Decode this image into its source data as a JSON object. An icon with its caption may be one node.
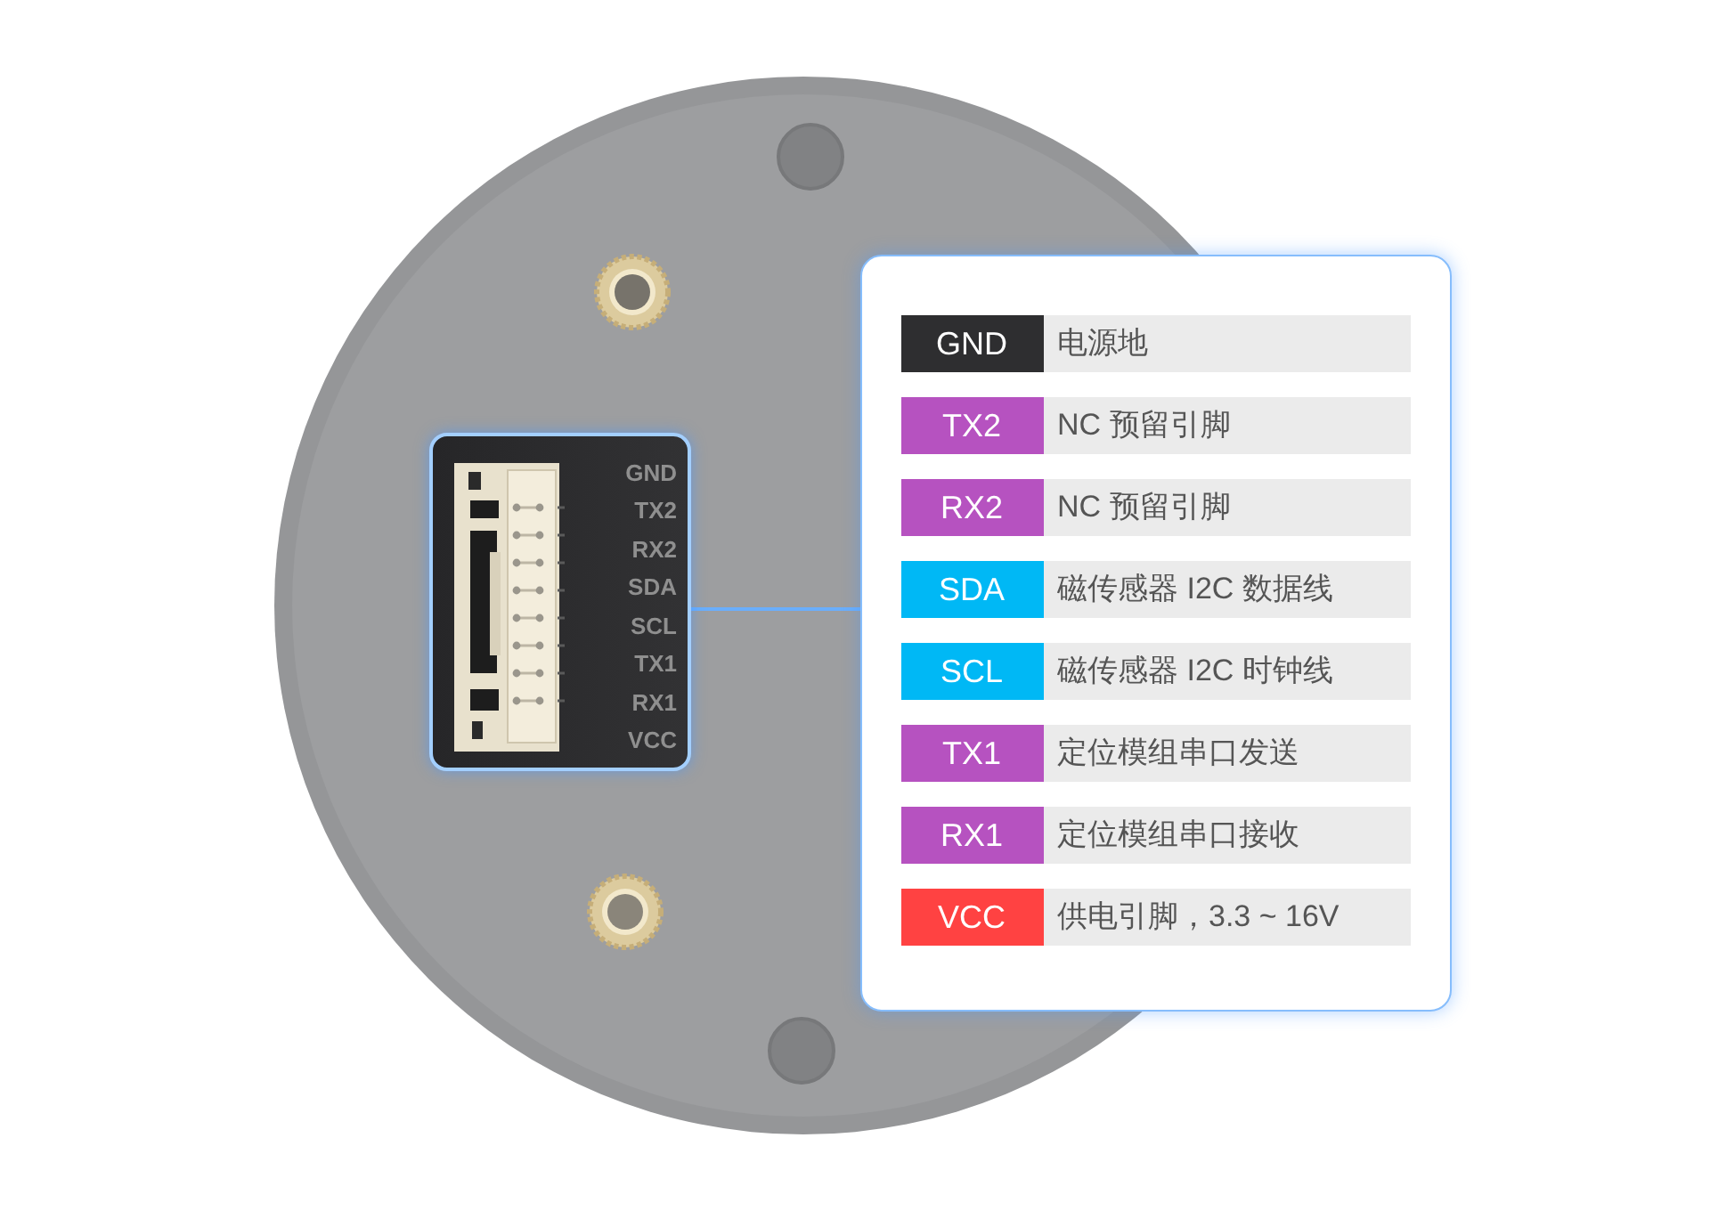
{
  "diagram": {
    "nodes": [
      {
        "text": [
          "GND",
          "TX2",
          "RX2",
          "SDA",
          "SCL",
          "TX1",
          "RX1",
          "VCC"
        ]
      },
      {
        "text": [],
        "shape": "box"
      },
      {
        "text": [
          "GND",
          "电源地"
        ],
        "in": 1
      },
      {
        "text": [
          "TX2",
          "NC 预留引脚"
        ],
        "in": 1
      },
      {
        "text": [
          "RX2",
          "NC 预留引脚"
        ],
        "in": 1
      },
      {
        "text": [
          "SDA",
          "磁传感器 I2C 数据线"
        ],
        "in": 1
      },
      {
        "text": [
          "SCL",
          "磁传感器 I2C 时钟线"
        ],
        "in": 1
      },
      {
        "text": [
          "TX1",
          "定位模组串口发送"
        ],
        "in": 1
      },
      {
        "text": [
          "RX1",
          "定位模组串口接收"
        ],
        "in": 1
      },
      {
        "text": [
          "VCC",
          "供电引脚，3.3 ~ 16V"
        ],
        "in": 1
      }
    ],
    "edges": [
      {
        "from": 0,
        "to": 1,
        "arrow": "none"
      }
    ]
  }
}
